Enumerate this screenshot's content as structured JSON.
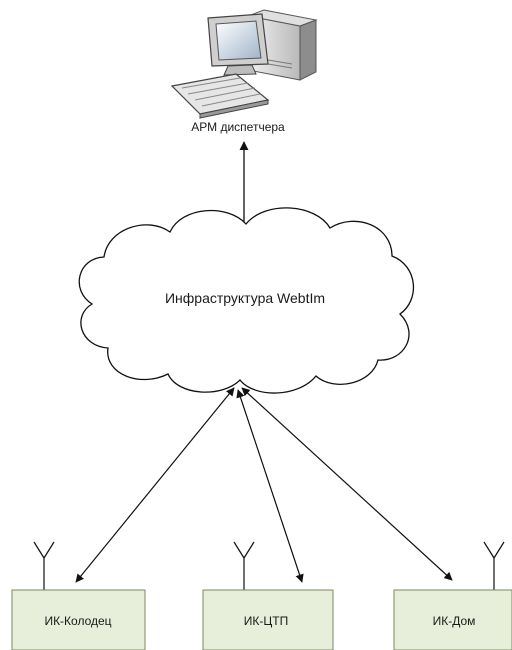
{
  "workstation": {
    "label": "АРМ диспетчера",
    "icon": "computer-workstation-icon"
  },
  "network": {
    "label": "Инфраструктура WebtIm",
    "shape": "cloud"
  },
  "devices": [
    {
      "label": "ИК-Колодец",
      "icon": "antenna-icon"
    },
    {
      "label": "ИК-ЦТП",
      "icon": "antenna-icon"
    },
    {
      "label": "ИК-Дом",
      "icon": "antenna-icon"
    }
  ],
  "colors": {
    "box_fill": "#e7eed9",
    "box_stroke": "#7b8a62",
    "line": "#111111"
  }
}
